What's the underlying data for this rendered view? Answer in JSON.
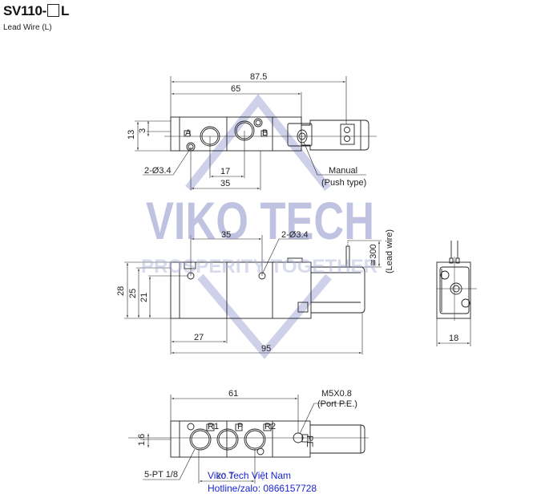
{
  "header": {
    "model_prefix": "SV110-",
    "model_suffix": "L",
    "subtitle": "Lead Wire (L)"
  },
  "top_view": {
    "dim_overall": "87.5",
    "dim_body": "65",
    "dim_height": "13",
    "dim_offset": "3",
    "dim_port_pitch": "17",
    "dim_hole_pitch": "35",
    "hole_callout": "2-Ø3.4",
    "manual_label_1": "Manual",
    "manual_label_2": "(Push type)",
    "port_a": "A",
    "port_b": "B"
  },
  "side_view": {
    "dim_hole_pitch": "35",
    "hole_callout": "2-Ø3.4",
    "lead_length": "≅300",
    "lead_label": "(Lead wire)",
    "dim_h28": "28",
    "dim_h25": "25",
    "dim_h21": "21",
    "dim_27": "27",
    "dim_95": "95"
  },
  "end_view": {
    "dim_width": "18"
  },
  "bottom_view": {
    "dim_61": "61",
    "port_pe_thread": "M5X0.8",
    "port_pe_label": "(Port P.E.)",
    "dim_1_6": "1.6",
    "port_callout": "5-PT 1/8",
    "dim_pitch": "20.7",
    "port_r1": "R1",
    "port_p": "P",
    "port_r2": "R2",
    "port_pe": "PE"
  },
  "watermark": {
    "line1": "VIKO TECH",
    "line2": "PROSPERITY TOGETHER"
  },
  "footer": {
    "company": "Viko Tech Việt Nam",
    "hotline": "Hotline/zalo: 0866157728"
  },
  "colors": {
    "line": "#222222",
    "watermark": "#8a8fc7",
    "footer_text": "#1a24d0"
  }
}
